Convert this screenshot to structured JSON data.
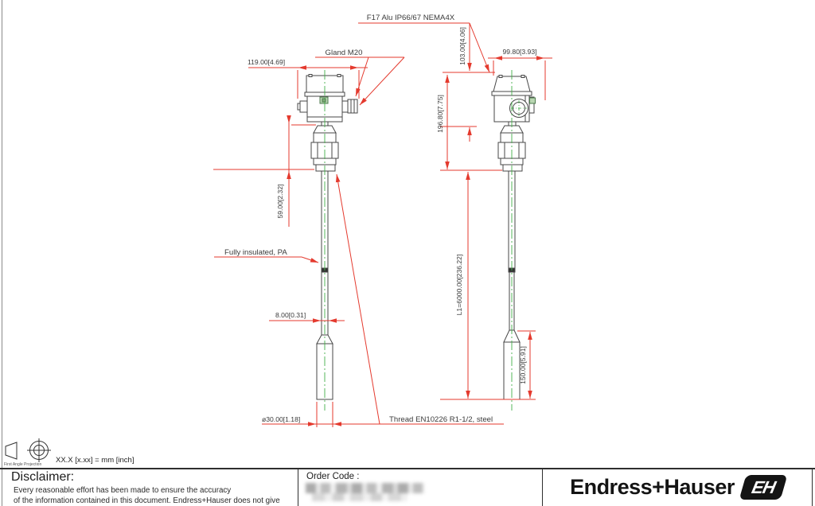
{
  "colors": {
    "dimension_red": "#e43a2e",
    "centerline_green": "#44b04a",
    "outline": "#474747"
  },
  "drawing": {
    "annotations": {
      "housing_spec": "F17 Alu IP66/67 NEMA4X",
      "gland": "Gland M20",
      "insulation": "Fully insulated, PA",
      "thread": "Thread EN10226 R1-1/2, steel"
    },
    "dimensions": {
      "front_width": "119.00[4.69]",
      "housing_height": "103.00[4.06]",
      "side_width": "99.80[3.93]",
      "head_height": "196.80[7.75]",
      "neck_height": "59.00[2.32]",
      "probe_length": "L1=6000.00[236.22]",
      "weight_height": "150.00[5.91]",
      "rope_diameter": "8.00[0.31]",
      "weight_diameter": "ø30.00[1.18]"
    },
    "projection": {
      "caption": "First Angle Projection",
      "units_note": "XX.X [x.xx] = mm [inch]"
    }
  },
  "footer": {
    "disclaimer": {
      "title": "Disclaimer:",
      "line1": "Every reasonable effort has been made to ensure the accuracy",
      "line2": "of the information contained in this document. Endress+Hauser does not give"
    },
    "order": {
      "label": "Order Code :"
    },
    "brand": {
      "name": "Endress+Hauser",
      "logo_letters": "EH"
    }
  }
}
